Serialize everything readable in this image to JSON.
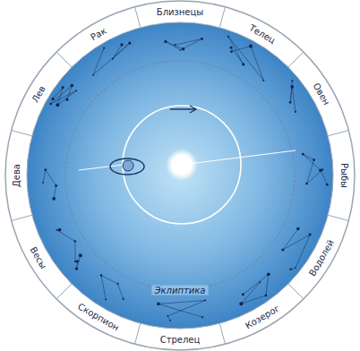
{
  "diagram": {
    "labels": [
      "Близнецы",
      "Телец",
      "Овен",
      "Рыбы",
      "Водолей",
      "Козерог",
      "Стрелец",
      "Скорпион",
      "Весы",
      "Дева",
      "Лев",
      "Рак",
      "Эклиптика"
    ]
  }
}
